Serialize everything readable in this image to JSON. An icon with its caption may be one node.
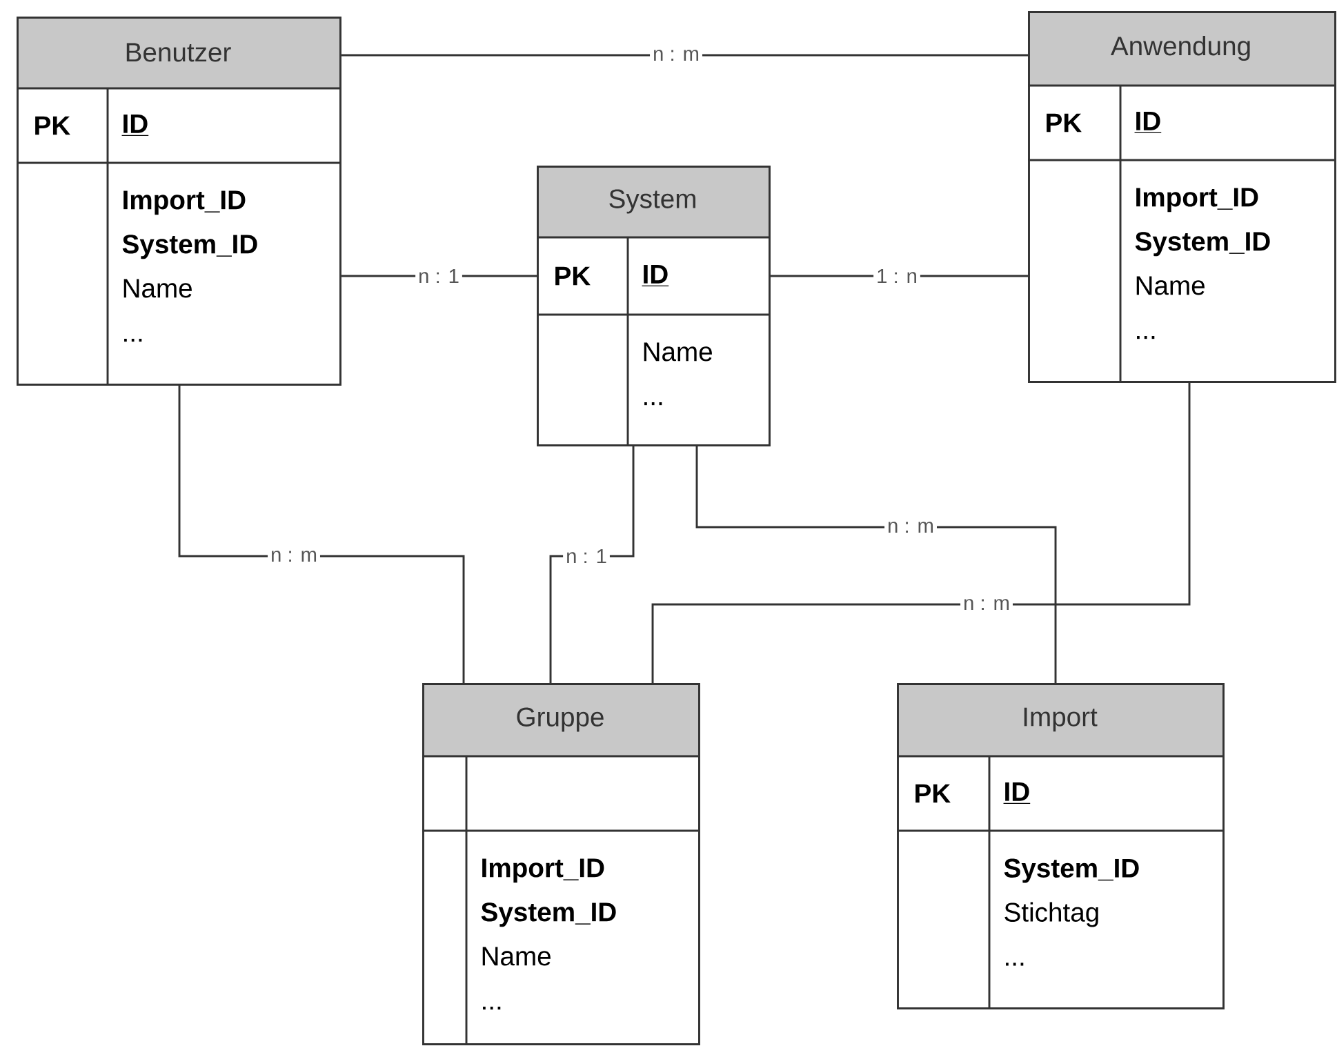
{
  "diagram": {
    "nodes": [
      {
        "text": [
          "Benutzer",
          "PK",
          "ID",
          "**Import_ID System_ID** Name ..."
        ]
      },
      {
        "text": [
          "Anwendung",
          "PK",
          "ID",
          "**Import_ID System_ID** Name ..."
        ]
      },
      {
        "text": [
          "System",
          "PK",
          "ID",
          "Name ..."
        ]
      },
      {
        "text": [
          "Gruppe",
          "**Import_ID System_ID** Name ..."
        ]
      },
      {
        "text": [
          "Import",
          "PK",
          "ID",
          "**System_ID** Stichtag ..."
        ]
      }
    ],
    "edges": [
      {
        "from": 0,
        "to": 1,
        "arrow": "none",
        "label": "n : m"
      },
      {
        "from": 0,
        "to": 2,
        "arrow": "none",
        "label": "n : 1"
      },
      {
        "from": 2,
        "to": 1,
        "arrow": "none",
        "label": "1 : n"
      },
      {
        "from": 0,
        "to": 3,
        "arrow": "none",
        "label": "n : m"
      },
      {
        "from": 2,
        "to": 3,
        "arrow": "none",
        "label": "n : 1"
      },
      {
        "from": 2,
        "to": 4,
        "arrow": "none",
        "label": "n : m"
      },
      {
        "from": 1,
        "to": 3,
        "arrow": "none",
        "label": "n : m"
      }
    ]
  }
}
